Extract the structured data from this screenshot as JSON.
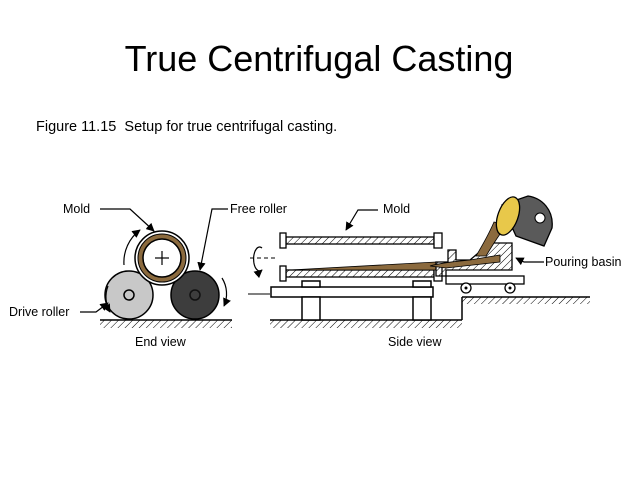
{
  "slide": {
    "title": "True Centrifugal Casting",
    "caption": "Figure 11.15  Setup for true centrifugal casting."
  },
  "diagram": {
    "labels": {
      "mold_end": "Mold",
      "free_roller": "Free roller",
      "mold_side": "Mold",
      "pouring_basin": "Pouring basin",
      "drive_roller": "Drive roller",
      "end_view": "End view",
      "side_view": "Side view"
    },
    "colors": {
      "molten_metal": "#8b6a3e",
      "ladle_metal": "#e8c84a",
      "drive_roller": "#c8c8c8",
      "free_roller": "#3d3d3d",
      "ladle": "#5a5a5a"
    }
  }
}
